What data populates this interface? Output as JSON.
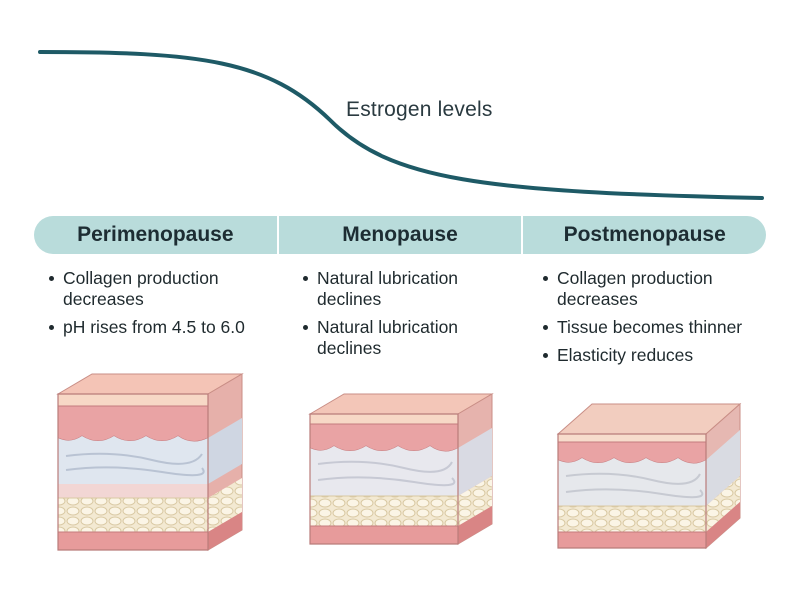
{
  "curve": {
    "label": "Estrogen levels",
    "color": "#1e5a66"
  },
  "stages": [
    {
      "name": "Perimenopause",
      "bullets": [
        "Collagen production decreases",
        "pH rises from 4.5 to 6.0"
      ]
    },
    {
      "name": "Menopause",
      "bullets": [
        "Natural lubrication declines",
        "Natural lubrication declines"
      ]
    },
    {
      "name": "Postmenopause",
      "bullets": [
        "Collagen production decreases",
        "Tissue becomes thinner",
        "Elasticity reduces"
      ]
    }
  ],
  "colors": {
    "stage_bar": "#b9dcdb",
    "epithelium": "#f0b6ad",
    "collagen_layer": "#e9a3a4",
    "connective_layer": "#e4e7ee",
    "fat_layer": "#f3e9d2",
    "base_layer": "#e79b9b"
  }
}
